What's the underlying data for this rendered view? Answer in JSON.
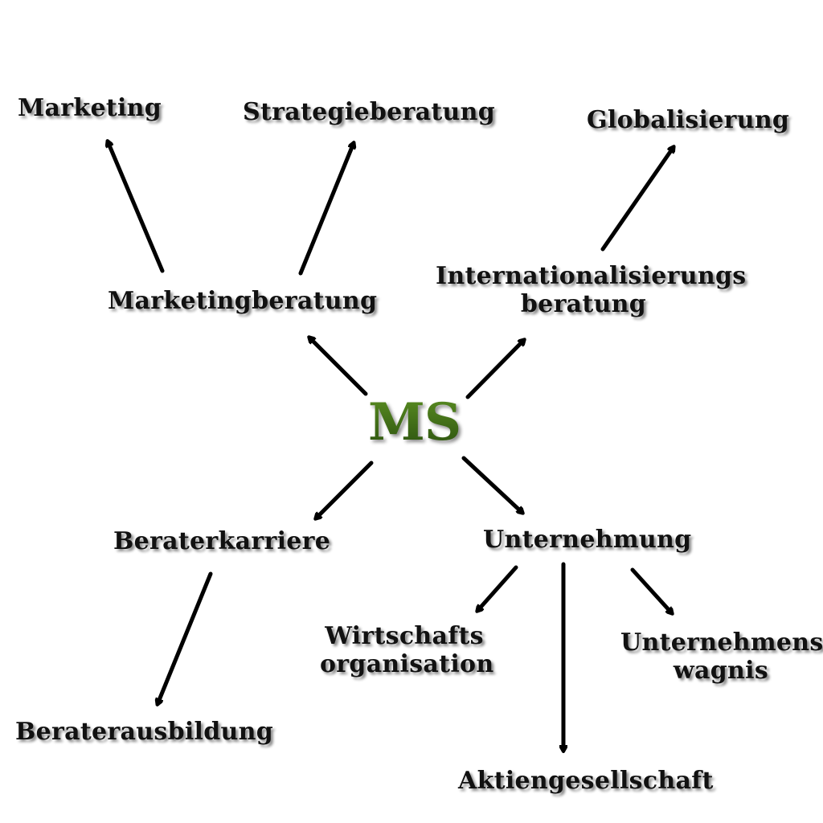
{
  "diagram": {
    "center": {
      "label": "MS",
      "color": "#4a7a1a"
    },
    "nodes": {
      "marketing": "Marketing",
      "strategieberatung": "Strategieberatung",
      "globalisierung": "Globalisierung",
      "marketingberatung": "Marketingberatung",
      "internationalisierung_line1": "Internationalisierungs",
      "internationalisierung_line2": "beratung",
      "beraterkarriere": "Beraterkarriere",
      "unternehmung": "Unternehmung",
      "wirtschafts_line1": "Wirtschafts",
      "wirtschafts_line2": "organisation",
      "unternehmens_line1": "Unternehmens",
      "unternehmens_line2": "wagnis",
      "beraterausbildung": "Beraterausbildung",
      "aktiengesellschaft": "Aktiengesellschaft"
    },
    "edges": [
      {
        "from": "MS",
        "to": "Marketingberatung"
      },
      {
        "from": "MS",
        "to": "Internationalisierungsberatung"
      },
      {
        "from": "MS",
        "to": "Beraterkarriere"
      },
      {
        "from": "MS",
        "to": "Unternehmung"
      },
      {
        "from": "Marketingberatung",
        "to": "Marketing"
      },
      {
        "from": "Marketingberatung",
        "to": "Strategieberatung"
      },
      {
        "from": "Internationalisierungsberatung",
        "to": "Globalisierung"
      },
      {
        "from": "Beraterkarriere",
        "to": "Beraterausbildung"
      },
      {
        "from": "Unternehmung",
        "to": "Wirtschaftsorganisation"
      },
      {
        "from": "Unternehmung",
        "to": "Aktiengesellschaft"
      },
      {
        "from": "Unternehmung",
        "to": "Unternehmenswagnis"
      }
    ],
    "arrow_color": "#000000"
  }
}
